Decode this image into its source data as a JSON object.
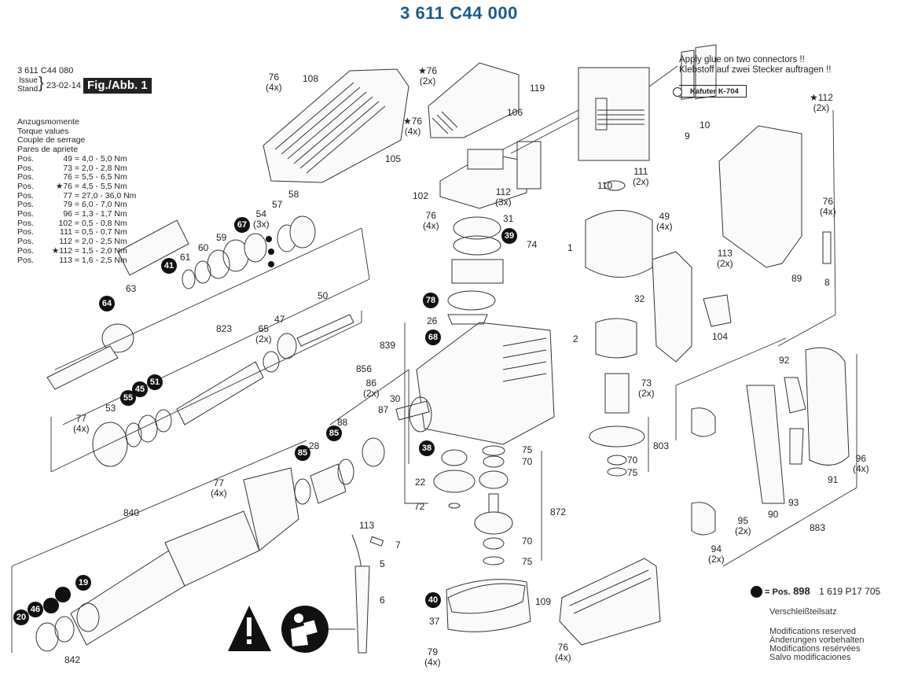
{
  "title": "3 611 C44 000",
  "header": {
    "drawing_number": "3 611 C44 080",
    "issue_label": "Issue",
    "stand_label": "Stand",
    "date": "23-02-14",
    "figure_label": "Fig./Abb. 1"
  },
  "torque": {
    "headings": [
      "Anzugsmomente",
      "Torque values",
      "Couple de serrage",
      "Pares de apriete"
    ],
    "rows": [
      {
        "pos": "Pos.",
        "item": "49",
        "value": "= 4,0 - 5,0 Nm"
      },
      {
        "pos": "Pos.",
        "item": "73",
        "value": "= 2,0 - 2,8 Nm"
      },
      {
        "pos": "Pos.",
        "item": "76",
        "value": "= 5,5 - 6,5 Nm"
      },
      {
        "pos": "Pos.",
        "item": "★76",
        "value": "= 4,5 - 5,5 Nm"
      },
      {
        "pos": "Pos.",
        "item": "77",
        "value": "= 27,0 - 36,0 Nm"
      },
      {
        "pos": "Pos.",
        "item": "79",
        "value": "= 6,0 - 7,0 Nm"
      },
      {
        "pos": "Pos.",
        "item": "96",
        "value": "= 1,3 - 1,7 Nm"
      },
      {
        "pos": "Pos.",
        "item": "102",
        "value": "= 0,5 - 0,8 Nm"
      },
      {
        "pos": "Pos.",
        "item": "111",
        "value": "= 0,5 - 0,7 Nm"
      },
      {
        "pos": "Pos.",
        "item": "112",
        "value": "= 2,0 - 2,5 Nm"
      },
      {
        "pos": "Pos.",
        "item": "★112",
        "value": "= 1,5 - 2,0 Nm"
      },
      {
        "pos": "Pos.",
        "item": "113",
        "value": "= 1,6 - 2,5 Nm"
      }
    ]
  },
  "glue_note": {
    "line1": "Apply glue on two connectors !!",
    "line2": "Klebstoff auf zwei Stecker auftragen !!",
    "product": "Kafuter K-704"
  },
  "legend": {
    "pos_word": "= Pos.",
    "pos_number": "898",
    "part_number": "1 619 P17 705",
    "kit_name": "Verschleißteilsatz"
  },
  "modifications": [
    "Modifications reserved",
    "Änderungen vorbehalten",
    "Modifications resérvées",
    "Salvo modificaciones"
  ],
  "parts": {
    "p76a": "76",
    "p76a_q": "(4x)",
    "p108": "108",
    "s76a": "★76",
    "s76a_q": "(2x)",
    "p119": "119",
    "s76b": "★76",
    "s76b_q": "(4x)",
    "p106": "106",
    "p105": "105",
    "p102": "102",
    "p112": "112",
    "p112_q": "(3x)",
    "p110": "110",
    "p111": "111",
    "p111_q": "(2x)",
    "p9": "9",
    "p10": "10",
    "s112": "★112",
    "s112_q": "(2x)",
    "p76b": "76",
    "p76b_q": "(4x)",
    "p31": "31",
    "p74": "74",
    "p49": "49",
    "p49_q": "(4x)",
    "p1": "1",
    "p113a": "113",
    "p113a_q": "(2x)",
    "p32": "32",
    "p104": "104",
    "p89": "89",
    "p8": "8",
    "p76c": "76",
    "p76c_q": "(4x)",
    "p54": "54",
    "p54_q": "(3x)",
    "p57": "57",
    "p58": "58",
    "p59": "59",
    "p60": "60",
    "p61": "61",
    "p63": "63",
    "p50": "50",
    "p823": "823",
    "p65": "65",
    "p65_q": "(2x)",
    "p47": "47",
    "p26": "26",
    "p839": "839",
    "p2": "2",
    "p73": "73",
    "p73_q": "(2x)",
    "p856": "856",
    "p86": "86",
    "p86_q": "(2x)",
    "p87": "87",
    "p30": "30",
    "p88": "88",
    "p53": "53",
    "p77a": "77",
    "p77a_q": "(4x)",
    "p28": "28",
    "p75a": "75",
    "p70a": "70",
    "p22": "22",
    "p72": "72",
    "p872": "872",
    "p803": "803",
    "p70b": "70",
    "p75b": "75",
    "p70c": "70",
    "p75c": "75",
    "p92": "92",
    "p93": "93",
    "p90": "90",
    "p91": "91",
    "p95": "95",
    "p95_q": "(2x)",
    "p94": "94",
    "p94_q": "(2x)",
    "p96": "96",
    "p96_q": "(4x)",
    "p883": "883",
    "p840": "840",
    "p77b": "77",
    "p77b_q": "(4x)",
    "p842": "842",
    "p113b": "113",
    "p7": "7",
    "p5": "5",
    "p6": "6",
    "p37": "37",
    "p79": "79",
    "p79_q": "(4x)",
    "p109": "109",
    "p76d": "76",
    "p76d_q": "(4x)"
  },
  "wear_badges": {
    "b67": "67",
    "b39": "39",
    "b41": "41",
    "b64": "64",
    "b78": "78",
    "b68": "68",
    "b55": "55",
    "b45": "45",
    "b51": "51",
    "b85a": "85",
    "b85b": "85",
    "b38": "38",
    "b19": "19",
    "b46": "46",
    "b20": "20",
    "b40": "40"
  },
  "icons": {
    "warning": "warning-triangle-icon",
    "manual": "read-manual-icon"
  }
}
